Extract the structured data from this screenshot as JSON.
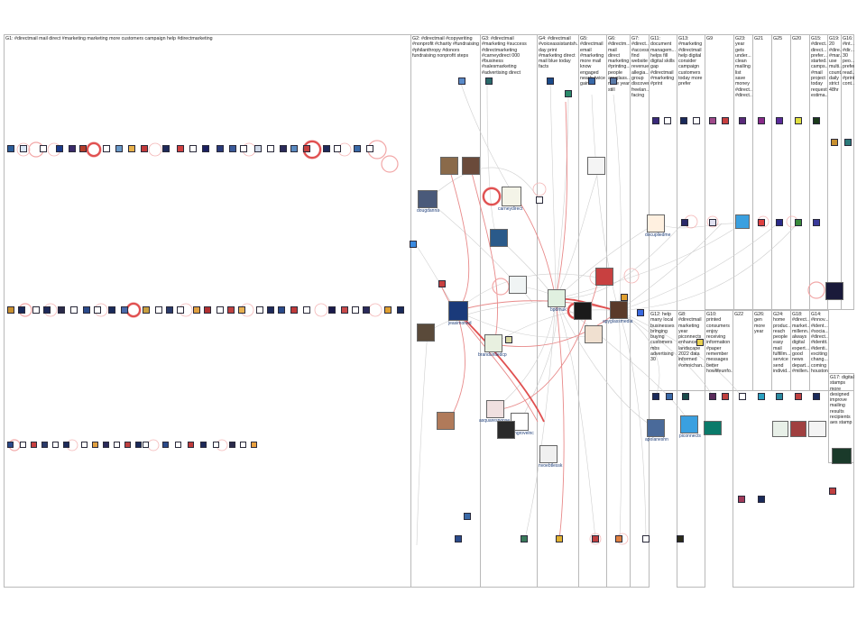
{
  "groups": [
    {
      "id": "g1",
      "text": "G1: #directmail mail direct #marketing marketing more customers campaign help #directmarketing"
    },
    {
      "id": "g2",
      "text": "G2: #directmail #copywriting #nonprofit #charity #fundraising #philanthropy #donors fundraising nonprofit steps"
    },
    {
      "id": "g3",
      "text": "G3: #directmail #marketing #success #directmarketing #carneydirect 000 #business #salesmarketing #advertising direct"
    },
    {
      "id": "g4",
      "text": "G4: #directmail #voiceassistantsh... day print #marketing direct mail blue today facts"
    },
    {
      "id": "g5",
      "text": "G5: #directmail email #marketing more mail know engaged nearly twice gain"
    },
    {
      "id": "g6",
      "text": "G6: #directm... mail direct marketing #printing... people apyglass... more year still"
    },
    {
      "id": "g7",
      "text": "G7: #direct... #access... find website revenue allegia... group discover freelan... facing"
    },
    {
      "id": "g11",
      "text": "G11: document managem... helps fill digital skills gap #directmail #marketing #print"
    },
    {
      "id": "g13",
      "text": "G13: #marketing #directmail help digital consider campaign customers today more prefer"
    },
    {
      "id": "g9",
      "text": "G9"
    },
    {
      "id": "g23",
      "text": "G23: year gets under... clean mailing list save money #direct... #direct..."
    },
    {
      "id": "g21",
      "text": "G21"
    },
    {
      "id": "g25",
      "text": "G25"
    },
    {
      "id": "g20",
      "text": "G20"
    },
    {
      "id": "g15",
      "text": "G15: #direct... direct... prefer... started... camps... #mail project today request estima..."
    },
    {
      "id": "g19",
      "text": "G19: 20 #dire... #mar... use multi... count... daily strict 48hr"
    },
    {
      "id": "g16",
      "text": "G16: #int... #dir... 30 peo... prefer... read... #print... cont..."
    },
    {
      "id": "g12",
      "text": "G12: help many local businesses bringing buying customers mbs advertising 30"
    },
    {
      "id": "g8",
      "text": "G8: #directmail marketing year piconnects enhance... landscape 2022 data informed #omnichan..."
    },
    {
      "id": "g10",
      "text": "G10: printed consumers enjoy receiving information #paper remember messages better howlifeunfo..."
    },
    {
      "id": "g22",
      "text": "G22"
    },
    {
      "id": "g26",
      "text": "G26: gen more year"
    },
    {
      "id": "g24",
      "text": "G24: home produc... reach people easy mail fulfillm... service send individ..."
    },
    {
      "id": "g18",
      "text": "G18: #direct... market... millenn... always digital expert... good news depart... #millen..."
    },
    {
      "id": "g14",
      "text": "G14: #innov... #ident... #socia... #direct... #identit... #identi... exciting chang... coming houston"
    },
    {
      "id": "g17",
      "text": "G17: digital stamps more designed improve mailing results recipients aes stamp"
    }
  ],
  "labels": {
    "dougdanna": "dougdanna",
    "carneydirect": "carneydirect",
    "jeasimoned": "jeasimoned",
    "branduntiedcp": "branduntiedcp",
    "asquaresponse": "asquaresponse",
    "plumgrovelnc": "plumgrovelnc",
    "bpdmuk": "bpdmuk",
    "apyglassmedia": "apyglassmedia",
    "docupliedme": "docupliedme",
    "apolaneshn": "apolaneshn",
    "piconnects": "piconnects",
    "nvoebtlessk": "nvoebtlessk"
  },
  "colors": {
    "edge_gray": "#cfcfcf",
    "edge_red": "#e88a8a",
    "edge_red_strong": "#e05050",
    "loop_pink": "#f2a7a7",
    "node_dark": "#1e2a5a",
    "panel_border": "#b9b9b9"
  }
}
